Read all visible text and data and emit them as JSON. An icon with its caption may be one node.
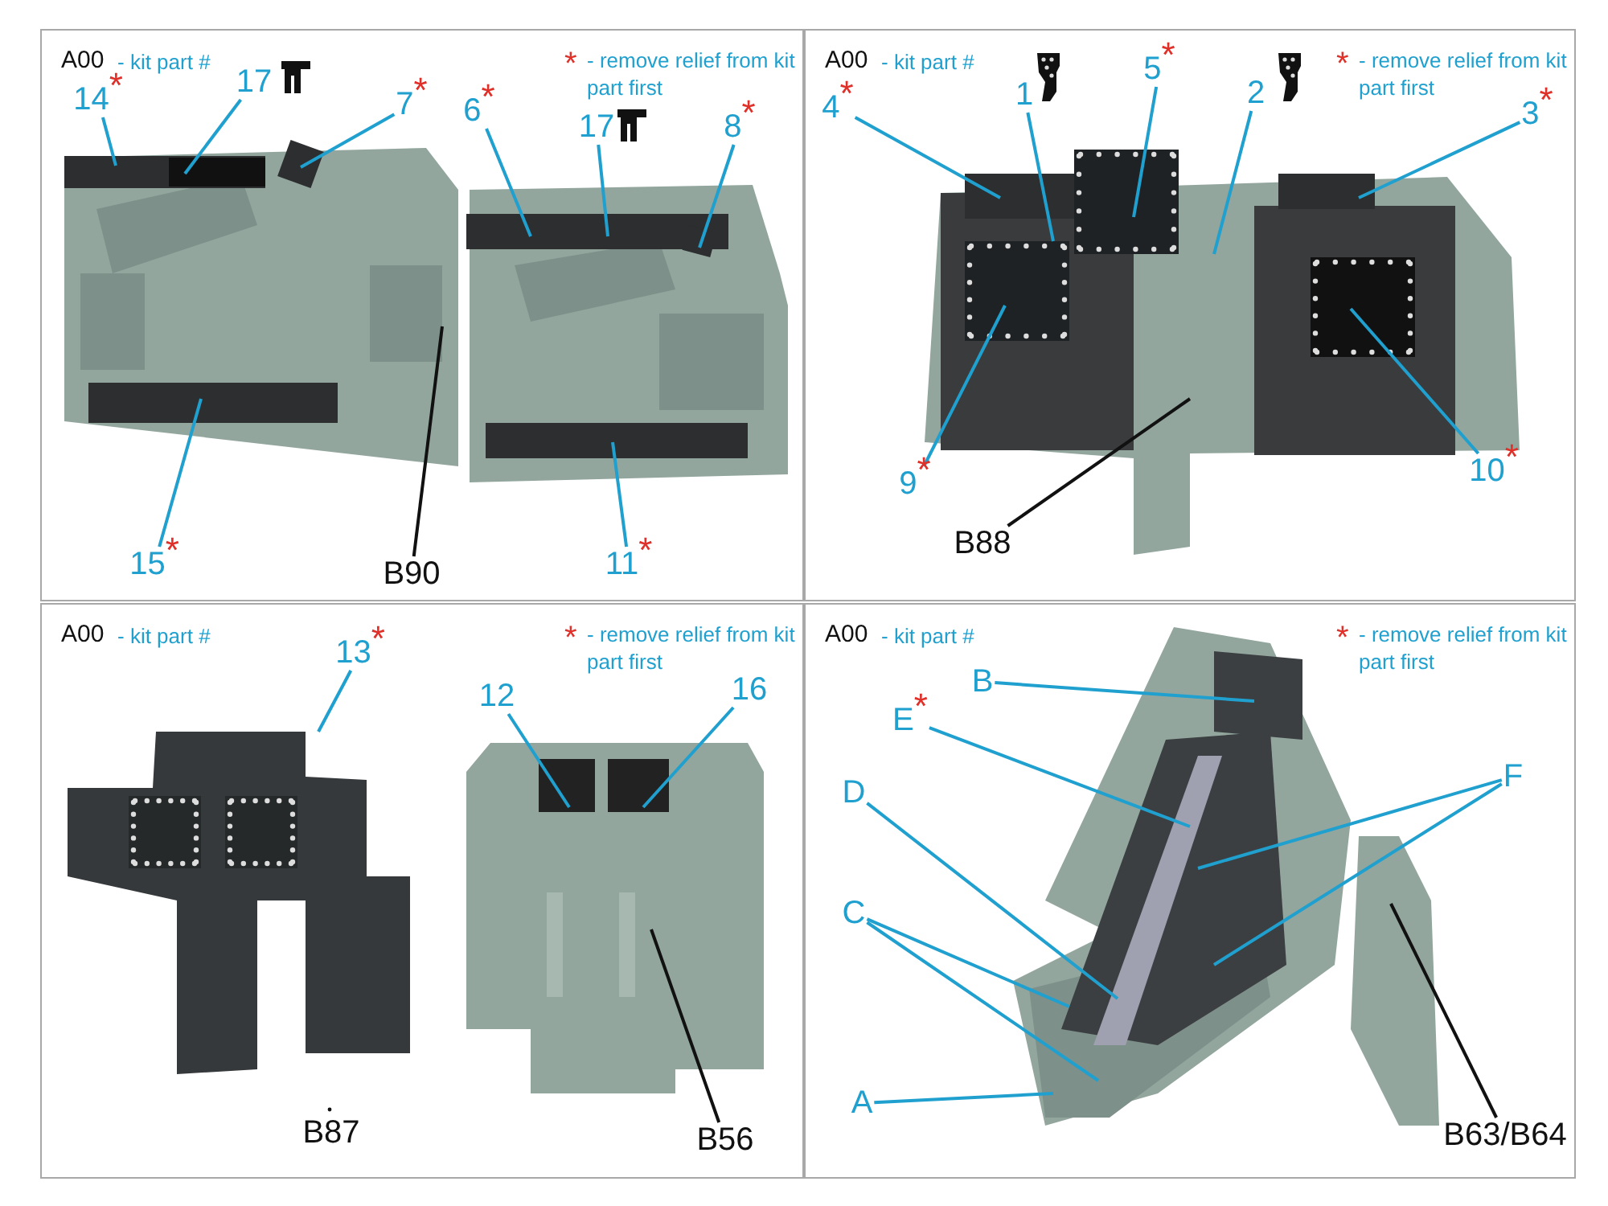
{
  "diagram": {
    "nodes": [
      {
        "text": [
          "A00",
          "- kit part #",
          "*",
          "- remove relief from kit part first"
        ]
      },
      {
        "text": [
          "14$^{*}$"
        ],
        "in": 0
      },
      {
        "text": [
          "17"
        ],
        "in": 0
      },
      {
        "text": [
          "7$^{*}$"
        ],
        "in": 0
      },
      {
        "text": [
          "6$^{*}$"
        ],
        "in": 0
      },
      {
        "text": [
          "17"
        ],
        "in": 0
      },
      {
        "text": [
          "8$^{*}$"
        ],
        "in": 0
      },
      {
        "text": [
          "15$^{*}$"
        ],
        "in": 0
      },
      {
        "text": [
          "B90"
        ],
        "in": 0
      },
      {
        "text": [
          "11$^{*}$"
        ],
        "in": 0
      },
      {
        "text": [
          "A00",
          "- kit part #",
          "*",
          "- remove relief from kit part first"
        ]
      },
      {
        "text": [
          "4$^{*}$"
        ],
        "in": 10
      },
      {
        "text": [
          "1"
        ],
        "in": 10
      },
      {
        "text": [
          "5$^{*}$"
        ],
        "in": 10
      },
      {
        "text": [
          "2"
        ],
        "in": 10
      },
      {
        "text": [
          "3$^{*}$"
        ],
        "in": 10
      },
      {
        "text": [
          "9$^{*}$"
        ],
        "in": 10
      },
      {
        "text": [
          "B88"
        ],
        "in": 10
      },
      {
        "text": [
          "10$^{*}$"
        ],
        "in": 10
      },
      {
        "text": [
          "A00",
          "- kit part #",
          "*",
          "- remove relief from kit part first"
        ]
      },
      {
        "text": [
          "13$^{*}$"
        ],
        "in": 19
      },
      {
        "text": [
          "12"
        ],
        "in": 19
      },
      {
        "text": [
          "16"
        ],
        "in": 19
      },
      {
        "text": [
          "B56"
        ],
        "in": 19
      },
      {
        "text": [
          "A00",
          "- kit part #",
          "*",
          "- remove relief from kit part first"
        ]
      },
      {
        "text": [
          "B"
        ],
        "in": 24
      },
      {
        "text": [
          "E$^{*}$"
        ],
        "in": 24
      },
      {
        "text": [
          "D"
        ],
        "in": 24
      },
      {
        "text": [
          "F"
        ],
        "in": 24
      },
      {
        "text": [
          "C"
        ],
        "in": 24
      },
      {
        "text": [
          "A"
        ],
        "in": 24
      },
      {
        "text": [
          "B63/B64"
        ],
        "in": 24
      },
      {
        "text": [],
        "shape": "picture",
        "in": 0
      },
      {
        "text": [],
        "shape": "picture",
        "in": 10
      },
      {
        "text": [],
        "shape": "picture",
        "in": 19
      },
      {
        "text": [],
        "shape": "picture",
        "in": 19
      },
      {
        "text": [],
        "shape": "picture",
        "in": 24
      }
    ],
    "edges": [
      {
        "from": 1,
        "to": 32,
        "arrow": "none"
      },
      {
        "from": 2,
        "to": 32,
        "arrow": "none"
      },
      {
        "from": 3,
        "to": 32,
        "arrow": "none"
      },
      {
        "from": 4,
        "to": 32,
        "arrow": "none"
      },
      {
        "from": 5,
        "to": 32,
        "arrow": "none"
      },
      {
        "from": 6,
        "to": 32,
        "arrow": "none"
      },
      {
        "from": 7,
        "to": 32,
        "arrow": "none"
      },
      {
        "from": 8,
        "to": 32,
        "arrow": "none",
        "color": "#111111"
      },
      {
        "from": 9,
        "to": 32,
        "arrow": "none"
      },
      {
        "from": 11,
        "to": 33,
        "arrow": "none"
      },
      {
        "from": 12,
        "to": 33,
        "arrow": "none"
      },
      {
        "from": 13,
        "to": 33,
        "arrow": "none"
      },
      {
        "from": 14,
        "to": 33,
        "arrow": "none"
      },
      {
        "from": 15,
        "to": 33,
        "arrow": "none"
      },
      {
        "from": 16,
        "to": 33,
        "arrow": "none"
      },
      {
        "from": 17,
        "to": 33,
        "arrow": "none",
        "color": "#111111"
      },
      {
        "from": 18,
        "to": 33,
        "arrow": "none"
      },
      {
        "from": 20,
        "to": 34,
        "arrow": "none"
      },
      {
        "from": 21,
        "to": 35,
        "arrow": "none"
      },
      {
        "from": 22,
        "to": 35,
        "arrow": "none"
      },
      {
        "from": 23,
        "to": 35,
        "arrow": "none",
        "color": "#111111"
      },
      {
        "from": 25,
        "to": 36,
        "arrow": "none"
      },
      {
        "from": 26,
        "to": 36,
        "arrow": "none"
      },
      {
        "from": 27,
        "to": 36,
        "arrow": "none"
      },
      {
        "from": 28,
        "to": 36,
        "arrow": "none"
      },
      {
        "from": 28,
        "to": 36,
        "arrow": "none"
      },
      {
        "from": 29,
        "to": 36,
        "arrow": "none"
      },
      {
        "from": 29,
        "to": 36,
        "arrow": "none"
      },
      {
        "from": 30,
        "to": 36,
        "arrow": "none"
      },
      {
        "from": 31,
        "to": 36,
        "arrow": "none",
        "color": "#111111"
      }
    ],
    "labels": [
      "B87"
    ]
  }
}
